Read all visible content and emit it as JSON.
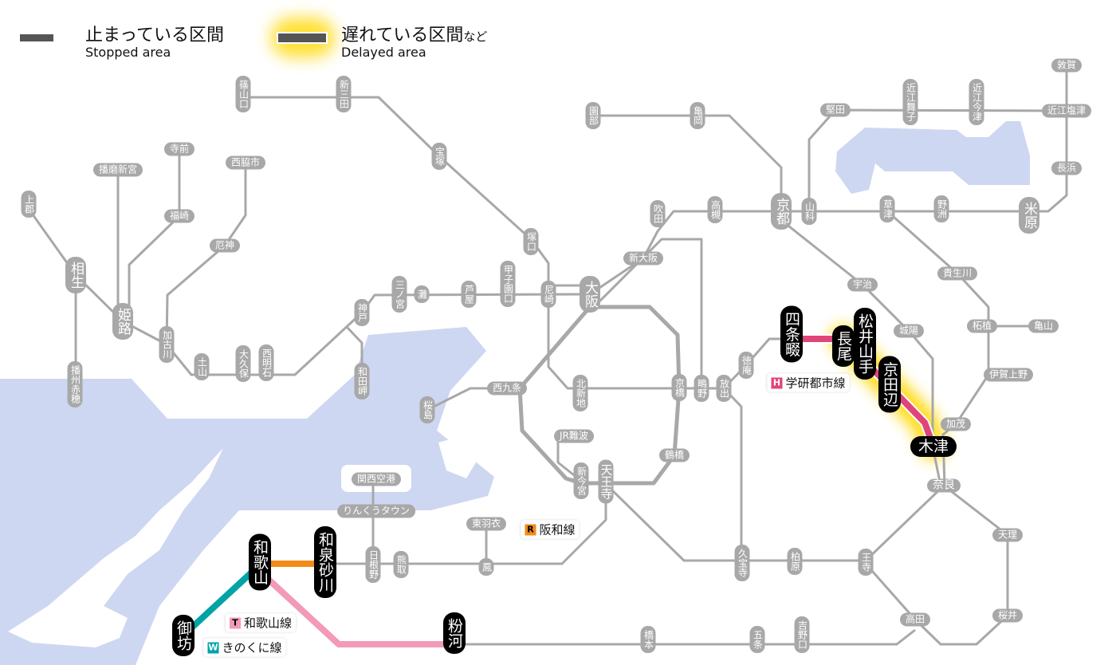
{
  "legend": {
    "stopped_jp": "止まっている区間",
    "stopped_en": "Stopped area",
    "delayed_jp": "遅れている区間",
    "delayed_suffix": "など",
    "delayed_en": "Delayed area"
  },
  "colors": {
    "stopped": "#555555",
    "delay_glow": "#ffd800",
    "gakken": "#e0457a",
    "hanwa": "#f28a1a",
    "wakayama": "#f39ab8",
    "kinokuni": "#00a3a6",
    "water": "#cdd7f1",
    "station": "#a8a8a8"
  },
  "line_labels": {
    "gakken": {
      "badge": "H",
      "name": "学研都市線",
      "color": "#e0457a"
    },
    "hanwa": {
      "badge": "R",
      "name": "阪和線",
      "color": "#f28a1a"
    },
    "wakayama": {
      "badge": "T",
      "name": "和歌山線",
      "color": "#f39ab8"
    },
    "kinokuni": {
      "badge": "W",
      "name": "きのくに線",
      "color": "#00a3a6"
    }
  },
  "stations": {
    "sasayamaguchi": "篠山口",
    "shinsanda": "新三田",
    "takarazuka": "宝塚",
    "teramae": "寺前",
    "harimashingu": "播磨新宮",
    "nishiwakishi": "西脇市",
    "kamigori": "上郡",
    "fukusaki": "福崎",
    "yakujin": "厄神",
    "aioi": "相生",
    "himeji": "姫路",
    "kakogawa": "加古川",
    "tsuchiyama": "土山",
    "okubo": "大久保",
    "nishiakashi": "西明石",
    "kobe": "神戸",
    "wadamisaki": "和田岬",
    "banshuako": "播州赤穂",
    "sannomiya": "三ノ宮",
    "nada": "灘",
    "ashiya": "芦屋",
    "koshienguchi": "甲子園口",
    "tsukaguchi": "塚口",
    "amagasaki": "尼崎",
    "osaka": "大阪",
    "shinosaka": "新大阪",
    "suita": "吹田",
    "takatsuki": "高槻",
    "sonobe": "園部",
    "kameoka": "亀岡",
    "kyoto": "京都",
    "yamashina": "山科",
    "katata": "堅田",
    "omimaiko": "近江舞子",
    "omiimazu": "近江今津",
    "tsuruga": "敦賀",
    "omishiotsu": "近江塩津",
    "nagahama": "長浜",
    "maibara": "米原",
    "kusatsu": "草津",
    "yasu": "野洲",
    "uji": "宇治",
    "kibukawa": "貴生川",
    "joyo": "城陽",
    "tsuge": "柘植",
    "kameyama": "亀山",
    "igaueno": "伊賀上野",
    "kamo": "加茂",
    "kizu": "木津",
    "nara": "奈良",
    "tenri": "天理",
    "sakurai": "桜井",
    "oji": "王寺",
    "takada": "高田",
    "yoshinoguchi": "吉野口",
    "gojo": "五条",
    "hashimoto": "橋本",
    "kokawa": "粉河",
    "kashiwara": "柏原",
    "kyuhoji": "久宝寺",
    "tennoji": "天王寺",
    "shinimamiya": "新今宮",
    "jrnamba": "JR難波",
    "tsuruhashi": "鶴橋",
    "kyobashi": "京橋",
    "shigino": "鴫野",
    "hanaten": "放出",
    "tokuan": "徳庵",
    "shijonawate": "四条畷",
    "nagao": "長尾",
    "matsuiyamate": "松井山手",
    "kyotanabe": "京田辺",
    "kitashinchi": "北新地",
    "nishikujo": "西九条",
    "sakurajima": "桜島",
    "kansaiairport": "関西空港",
    "rinkutown": "りんくうタウン",
    "hineno": "日根野",
    "kumatori": "熊取",
    "higashihagoromo": "東羽衣",
    "otori": "鳳",
    "wakayama": "和歌山",
    "izumisunagawa": "和泉砂川",
    "gobo": "御坊"
  }
}
